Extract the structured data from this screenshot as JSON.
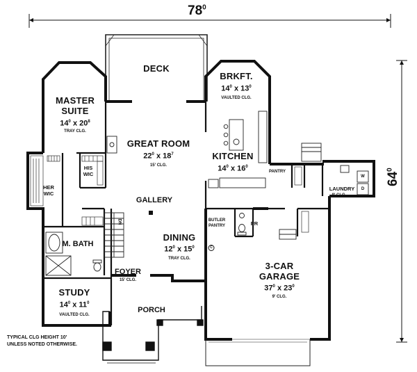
{
  "dimensions": {
    "width": "78",
    "width_sup": "0",
    "depth": "64",
    "depth_sup": "0"
  },
  "rooms": {
    "deck": {
      "name": "DECK"
    },
    "brkft": {
      "name": "BRKFT.",
      "size_a": "14",
      "size_a_sup": "0",
      "size_b": "x 13",
      "size_b_sup": "0",
      "note": "VAULTED CLG."
    },
    "master": {
      "name_1": "MASTER",
      "name_2": "SUITE",
      "size_a": "14",
      "size_a_sup": "0",
      "size_b": "x 20",
      "size_b_sup": "8",
      "note": "TRAY CLG."
    },
    "great": {
      "name": "GREAT ROOM",
      "size_a": "22",
      "size_a_sup": "0",
      "size_b": "x 18",
      "size_b_sup": "7",
      "note": "15' CLG."
    },
    "kitchen": {
      "name": "KITCHEN",
      "size_a": "14",
      "size_a_sup": "0",
      "size_b": "x 16",
      "size_b_sup": "0"
    },
    "his_wic": {
      "name_1": "HIS",
      "name_2": "WIC"
    },
    "her_wic": {
      "name_1": "HER",
      "name_2": "WIC"
    },
    "pantry": {
      "name": "PANTRY"
    },
    "laundry": {
      "name": "LAUNDRY",
      "note": "9' CLG.",
      "w": "W",
      "d": "D"
    },
    "gallery": {
      "name": "GALLERY"
    },
    "butler": {
      "name_1": "BUTLER",
      "name_2": "PANTRY"
    },
    "pr": {
      "name": "PR"
    },
    "mbath": {
      "name": "M. BATH"
    },
    "dining": {
      "name": "DINING",
      "size_a": "12",
      "size_a_sup": "0",
      "size_b": "x 15",
      "size_b_sup": "0",
      "note": "TRAY CLG."
    },
    "garage": {
      "name_1": "3-CAR",
      "name_2": "GARAGE",
      "size_a": "37",
      "size_a_sup": "0",
      "size_b": "x 23",
      "size_b_sup": "0",
      "note": "9' CLG."
    },
    "foyer": {
      "name": "FOYER",
      "note": "15' CLG."
    },
    "study": {
      "name": "STUDY",
      "size_a": "14",
      "size_a_sup": "0",
      "size_b": "x 11",
      "size_b_sup": "0",
      "note": "VAULTED CLG."
    },
    "porch": {
      "name": "PORCH"
    },
    "dn": {
      "name": "DN"
    },
    "c_mark": {
      "name": "C"
    }
  },
  "notes": {
    "line_1": "TYPICAL CLG HEIGHT 10'",
    "line_2": "UNLESS NOTED OTHERWISE."
  }
}
